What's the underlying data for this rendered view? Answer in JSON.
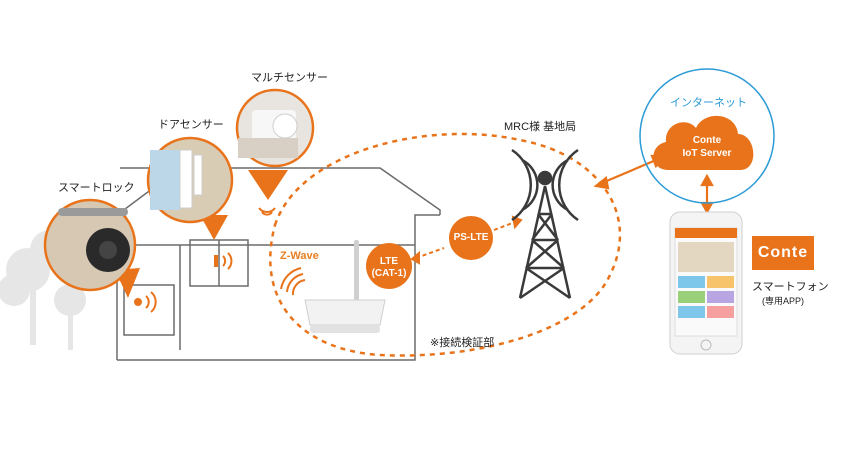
{
  "labels": {
    "multi_sensor": "マルチセンサー",
    "door_sensor": "ドアセンサー",
    "smart_lock": "スマートロック",
    "base_station": "MRC様 基地局",
    "internet": "インターネット",
    "cloud_line1": "Conte",
    "cloud_line2": "IoT Server",
    "ps_lte": "PS-LTE",
    "lte_line1": "LTE",
    "lte_line2": "(CAT-1)",
    "zwave": "Z-Wave",
    "connection_verification": "※接続検証部",
    "conte_logo": "Conte",
    "smartphone": "スマートフォン",
    "app_note": "(専用APP)"
  },
  "colors": {
    "orange": "#e8731a",
    "blue": "#2b9bd6",
    "house_line": "#6b6b6b"
  }
}
